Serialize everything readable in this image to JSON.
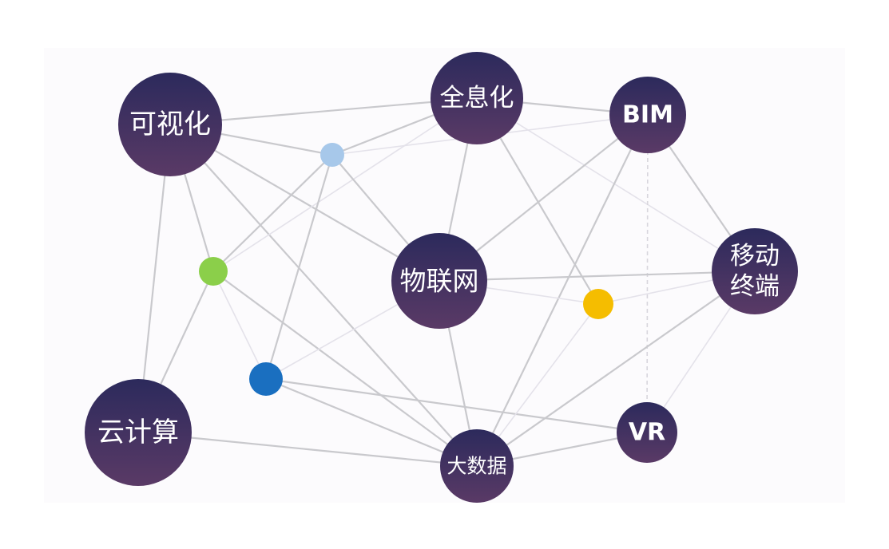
{
  "diagram": {
    "colors": {
      "node_fill_top": "#2c2a5c",
      "node_fill_bottom": "#5a3a66",
      "edge": "#c9c9cd",
      "dot_light_blue": "#a7c8ea",
      "dot_green": "#8bcf4a",
      "dot_blue": "#1a6fc0",
      "dot_yellow": "#f5bd00"
    },
    "nodes": [
      {
        "id": "keshihua",
        "label": "可视化",
        "kind": "topic"
      },
      {
        "id": "quanxihua",
        "label": "全息化",
        "kind": "topic"
      },
      {
        "id": "bim",
        "label": "BIM",
        "kind": "topic"
      },
      {
        "id": "yidongzhongduan",
        "label": "移动终端",
        "kind": "topic"
      },
      {
        "id": "wulianwang",
        "label": "物联网",
        "kind": "topic"
      },
      {
        "id": "yunjisuan",
        "label": "云计算",
        "kind": "topic"
      },
      {
        "id": "dashuju",
        "label": "大数据",
        "kind": "topic"
      },
      {
        "id": "vr",
        "label": "VR",
        "kind": "topic"
      },
      {
        "id": "dot_lightblue",
        "label": "",
        "kind": "dot",
        "color": "light-blue"
      },
      {
        "id": "dot_green",
        "label": "",
        "kind": "dot",
        "color": "green"
      },
      {
        "id": "dot_blue",
        "label": "",
        "kind": "dot",
        "color": "blue"
      },
      {
        "id": "dot_yellow",
        "label": "",
        "kind": "dot",
        "color": "yellow"
      }
    ],
    "edges": [
      {
        "from": "keshihua",
        "to": "quanxihua",
        "style": "solid"
      },
      {
        "from": "keshihua",
        "to": "dot_lightblue",
        "style": "solid"
      },
      {
        "from": "keshihua",
        "to": "wulianwang",
        "style": "solid"
      },
      {
        "from": "keshihua",
        "to": "dot_green",
        "style": "solid"
      },
      {
        "from": "keshihua",
        "to": "yunjisuan",
        "style": "solid"
      },
      {
        "from": "keshihua",
        "to": "dashuju",
        "style": "solid"
      },
      {
        "from": "quanxihua",
        "to": "bim",
        "style": "solid"
      },
      {
        "from": "quanxihua",
        "to": "dot_lightblue",
        "style": "solid"
      },
      {
        "from": "quanxihua",
        "to": "wulianwang",
        "style": "solid"
      },
      {
        "from": "quanxihua",
        "to": "dot_green",
        "style": "faint"
      },
      {
        "from": "quanxihua",
        "to": "dot_yellow",
        "style": "solid"
      },
      {
        "from": "quanxihua",
        "to": "yidongzhongduan",
        "style": "faint"
      },
      {
        "from": "bim",
        "to": "yidongzhongduan",
        "style": "solid"
      },
      {
        "from": "bim",
        "to": "wulianwang",
        "style": "solid"
      },
      {
        "from": "bim",
        "to": "vr",
        "style": "dash"
      },
      {
        "from": "bim",
        "to": "dashuju",
        "style": "solid"
      },
      {
        "from": "dot_lightblue",
        "to": "dot_green",
        "style": "solid"
      },
      {
        "from": "dot_lightblue",
        "to": "dot_blue",
        "style": "solid"
      },
      {
        "from": "dot_lightblue",
        "to": "wulianwang",
        "style": "solid"
      },
      {
        "from": "dot_lightblue",
        "to": "bim",
        "style": "faint"
      },
      {
        "from": "dot_green",
        "to": "yunjisuan",
        "style": "solid"
      },
      {
        "from": "dot_green",
        "to": "dot_blue",
        "style": "faint"
      },
      {
        "from": "dot_green",
        "to": "dashuju",
        "style": "solid"
      },
      {
        "from": "dot_blue",
        "to": "dashuju",
        "style": "solid"
      },
      {
        "from": "dot_blue",
        "to": "vr",
        "style": "solid"
      },
      {
        "from": "dot_blue",
        "to": "wulianwang",
        "style": "faint"
      },
      {
        "from": "wulianwang",
        "to": "yidongzhongduan",
        "style": "solid"
      },
      {
        "from": "wulianwang",
        "to": "dashuju",
        "style": "solid"
      },
      {
        "from": "wulianwang",
        "to": "dot_yellow",
        "style": "faint"
      },
      {
        "from": "dot_yellow",
        "to": "yidongzhongduan",
        "style": "faint"
      },
      {
        "from": "dot_yellow",
        "to": "dashuju",
        "style": "faint"
      },
      {
        "from": "yidongzhongduan",
        "to": "dashuju",
        "style": "solid"
      },
      {
        "from": "yidongzhongduan",
        "to": "vr",
        "style": "faint"
      },
      {
        "from": "yunjisuan",
        "to": "dashuju",
        "style": "solid"
      },
      {
        "from": "dashuju",
        "to": "vr",
        "style": "solid"
      }
    ]
  }
}
